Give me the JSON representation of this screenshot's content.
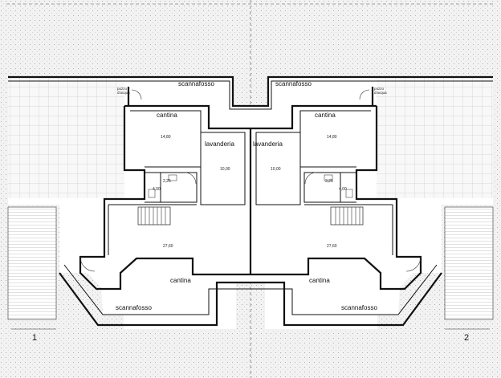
{
  "labels": {
    "scannafosso": "scannafosso",
    "cantina": "cantina",
    "lavanderia": "lavanderia",
    "pozzo": "pozzo\nd'acqua",
    "unit1": "1",
    "unit2": "2"
  },
  "areas": {
    "cantina_top": "14,80",
    "lavanderia": "10,00",
    "bagno": "4,00",
    "disimpegno": "2,25",
    "cantina_main": "27,60",
    "cantina_main_r": "27,60",
    "disimpegno_r": "3,25"
  }
}
